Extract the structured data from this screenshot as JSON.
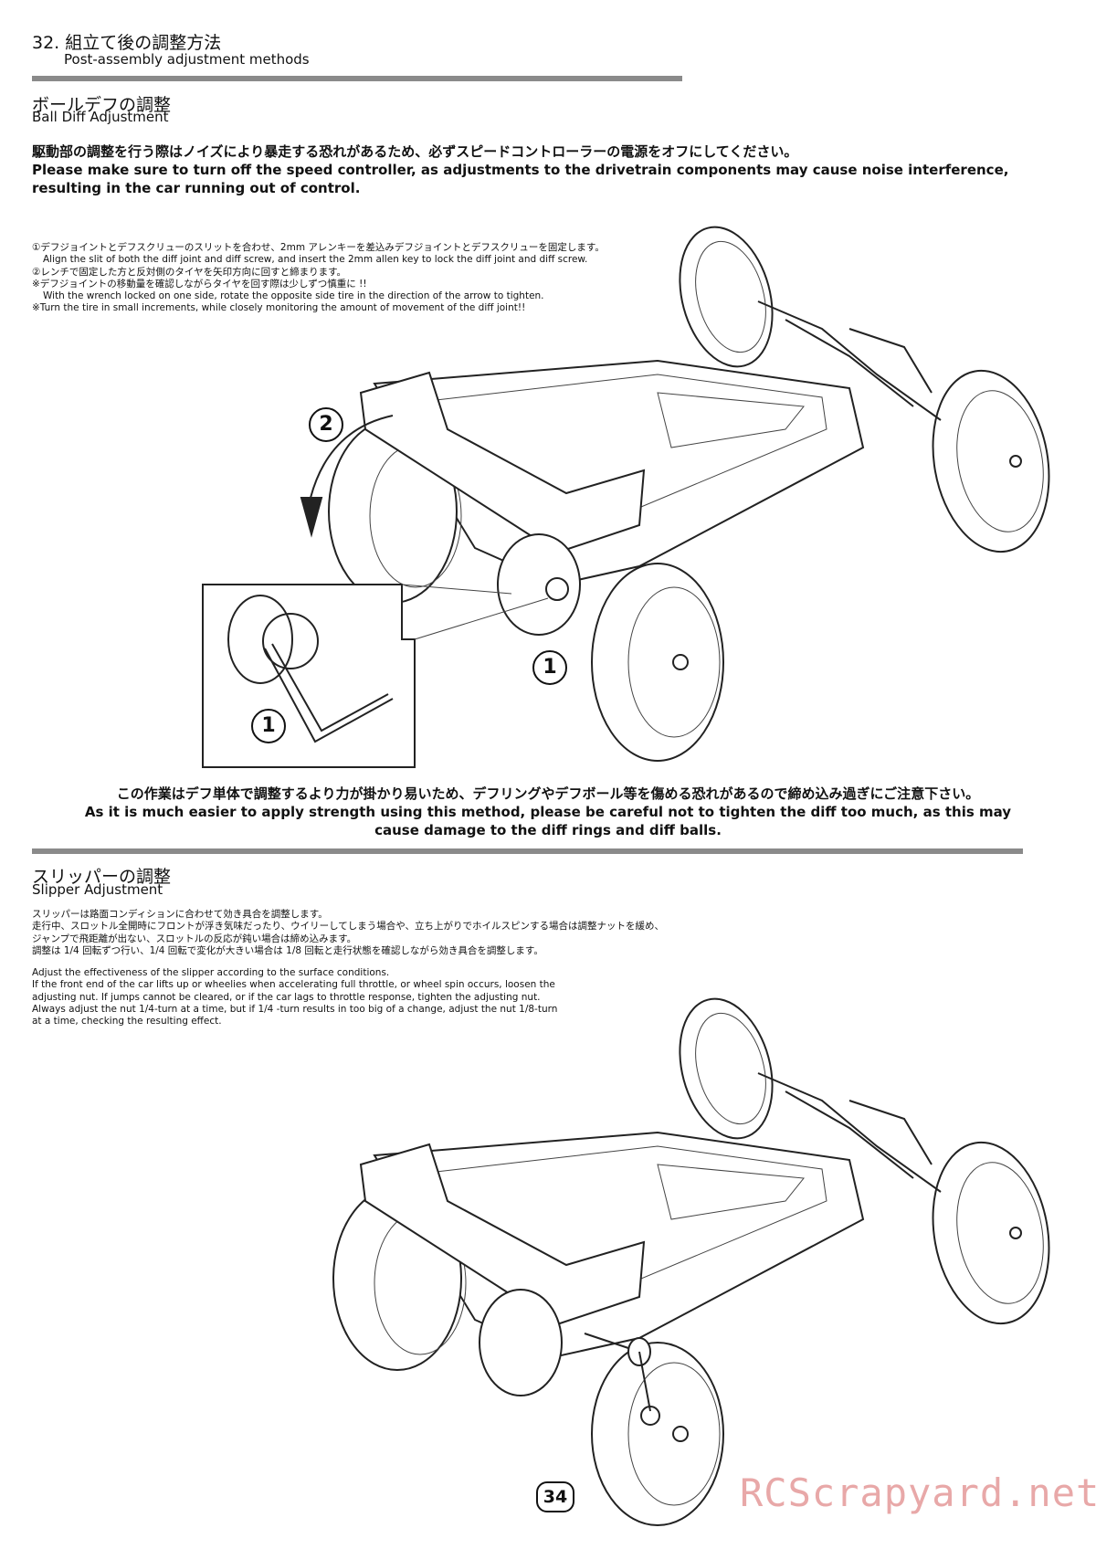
{
  "section": {
    "number_title": "32. 組立て後の調整方法",
    "title_en": "Post-assembly adjustment methods"
  },
  "ball_diff": {
    "title_jp": "ボールデフの調整",
    "title_en": "Ball Diff Adjustment",
    "warning_jp": "駆動部の調整を行う際はノイズにより暴走する恐れがあるため、必ずスピードコントローラーの電源をオフにしてください。",
    "warning_en": "Please make sure to turn off the speed controller, as adjustments to the drivetrain components may cause noise interference, resulting in the car running out of control.",
    "steps": [
      "①デフジョイントとデフスクリューのスリットを合わせ、2mm アレンキーを差込みデフジョイントとデフスクリューを固定します。",
      "  Align the slit of both the diff joint and diff screw, and insert the 2mm allen key to lock the diff joint and diff screw.",
      "②レンチで固定した方と反対側のタイヤを矢印方向に回すと締まります。",
      "※デフジョイントの移動量を確認しながらタイヤを回す際は少しずつ慎重に !!",
      "  With the wrench locked on one side, rotate the opposite side tire in the direction of the arrow to tighten.",
      "※Turn the tire in small increments, while closely monitoring the amount of movement of the diff joint!!"
    ],
    "callout_1": "1",
    "callout_2": "2",
    "note_jp": "この作業はデフ単体で調整するより力が掛かり易いため、デフリングやデフボール等を傷める恐れがあるので締め込み過ぎにご注意下さい。",
    "note_en": "As it is much easier to apply strength using this method, please be careful not to tighten the diff too much, as this may cause damage to the diff rings and diff balls."
  },
  "slipper": {
    "title_jp": "スリッパーの調整",
    "title_en": "Slipper Adjustment",
    "text_jp": [
      "スリッパーは路面コンディションに合わせて効き具合を調整します。",
      "走行中、スロットル全開時にフロントが浮き気味だったり、ウイリーしてしまう場合や、立ち上がりでホイルスピンする場合は調整ナットを緩め、",
      "ジャンプで飛距離が出ない、スロットルの反応が鈍い場合は締め込みます。",
      "調整は 1/4 回転ずつ行い、1/4 回転で変化が大きい場合は 1/8 回転と走行状態を確認しながら効き具合を調整します。"
    ],
    "text_en": [
      "Adjust the effectiveness of the slipper according to the surface conditions.",
      "If the front end of the car lifts up or wheelies when accelerating full throttle, or wheel spin occurs, loosen the",
      "adjusting nut. If jumps cannot be cleared, or if the car lags to throttle response, tighten the adjusting nut.",
      "Always adjust the nut 1/4-turn at a time, but if 1/4 -turn results in too big of a change, adjust the nut 1/8-turn",
      "at a time, checking the resulting effect."
    ]
  },
  "page_number": "34",
  "watermark": "RCScrapyard.net"
}
